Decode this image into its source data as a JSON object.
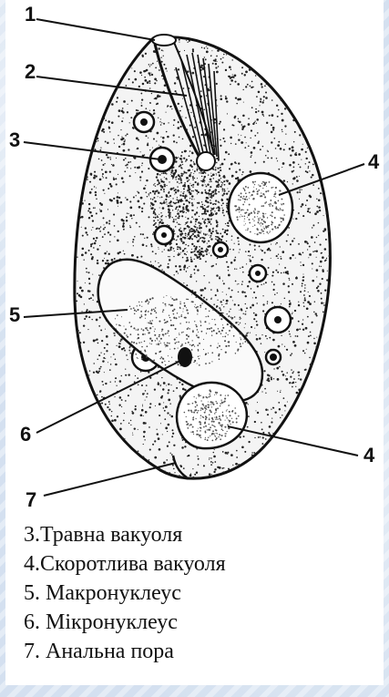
{
  "labels": {
    "n1": "1",
    "n2": "2",
    "n3": "3",
    "n4a": "4",
    "n4b": "4",
    "n5": "5",
    "n6": "6",
    "n7": "7"
  },
  "legend": [
    "3.Травна вакуоля",
    "4.Скоротлива вакуоля",
    "5. Макронуклеус",
    "6. Мікронуклеус",
    "7. Анальна пора"
  ]
}
